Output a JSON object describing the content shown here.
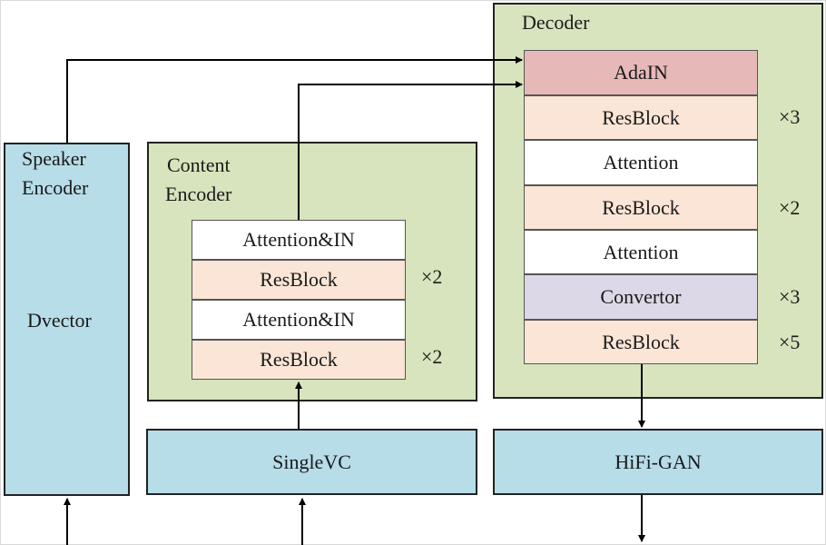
{
  "speaker_encoder": {
    "title_line1": "Speaker",
    "title_line2": "Encoder",
    "inner_label": "Dvector"
  },
  "content_encoder": {
    "title_line1": "Content",
    "title_line2": "Encoder",
    "blocks": [
      "Attention&IN",
      "ResBlock",
      "Attention&IN",
      "ResBlock"
    ],
    "multipliers": [
      "×2",
      "×2"
    ]
  },
  "decoder": {
    "title": "Decoder",
    "blocks": [
      "AdaIN",
      "ResBlock",
      "Attention",
      "ResBlock",
      "Attention",
      "Convertor",
      "ResBlock"
    ],
    "multipliers": [
      "×3",
      "×2",
      "×3",
      "×5"
    ]
  },
  "singlevc": {
    "label": "SingleVC"
  },
  "hifigan": {
    "label": "HiFi-GAN"
  }
}
